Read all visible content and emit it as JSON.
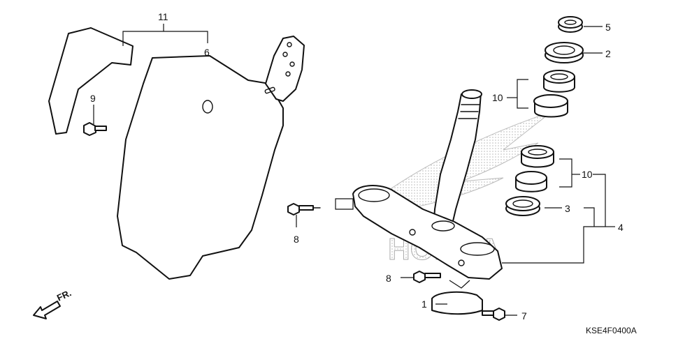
{
  "diagram": {
    "callouts": {
      "c1": "1",
      "c2": "2",
      "c3": "3",
      "c4": "4",
      "c5": "5",
      "c6": "6",
      "c7": "7",
      "c8a": "8",
      "c8b": "8",
      "c9": "9",
      "c10a": "10",
      "c10b": "10",
      "c11": "11"
    },
    "front_marker": "FR.",
    "watermark_text": "HONDA",
    "figure_code": "KSE4F0400A"
  }
}
